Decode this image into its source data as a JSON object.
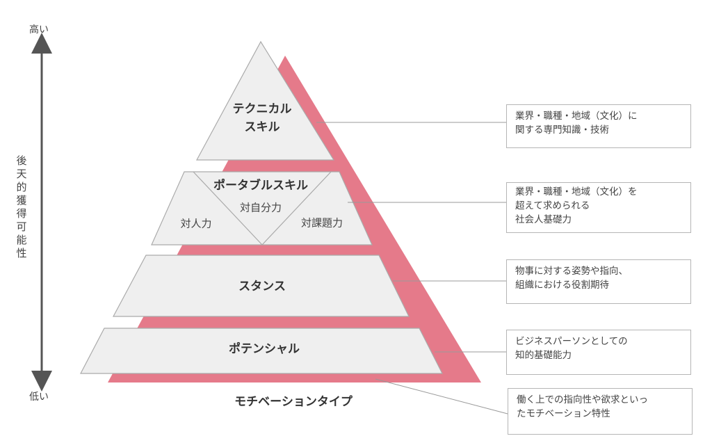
{
  "axis": {
    "high": "高い",
    "low": "低い",
    "title": "後天的獲得可能性"
  },
  "pyramid": {
    "technical": {
      "line1": "テクニカル",
      "line2": "スキル"
    },
    "portable": {
      "title": "ポータブルスキル",
      "left": "対人力",
      "center": "対自分力",
      "right": "対課題力"
    },
    "stance": "スタンス",
    "potential": "ポテンシャル",
    "base": "モチベーションタイプ"
  },
  "descriptions": [
    {
      "lines": [
        "業界・職種・地域（文化）に",
        "関する専門知識・技術"
      ]
    },
    {
      "lines": [
        "業界・職種・地域（文化）を",
        "超えて求められる",
        "社会人基礎力"
      ]
    },
    {
      "lines": [
        "物事に対する姿勢や指向、",
        "組織における役割期待"
      ]
    },
    {
      "lines": [
        "ビジネスパーソンとしての",
        "知的基礎能力"
      ]
    },
    {
      "lines": [
        "働く上での指向性や欲求といっ",
        "たモチベーション特性"
      ]
    }
  ],
  "colors": {
    "accent": "#e57a8a",
    "layer_fill": "#efefef",
    "stroke": "#aaaaaa"
  }
}
